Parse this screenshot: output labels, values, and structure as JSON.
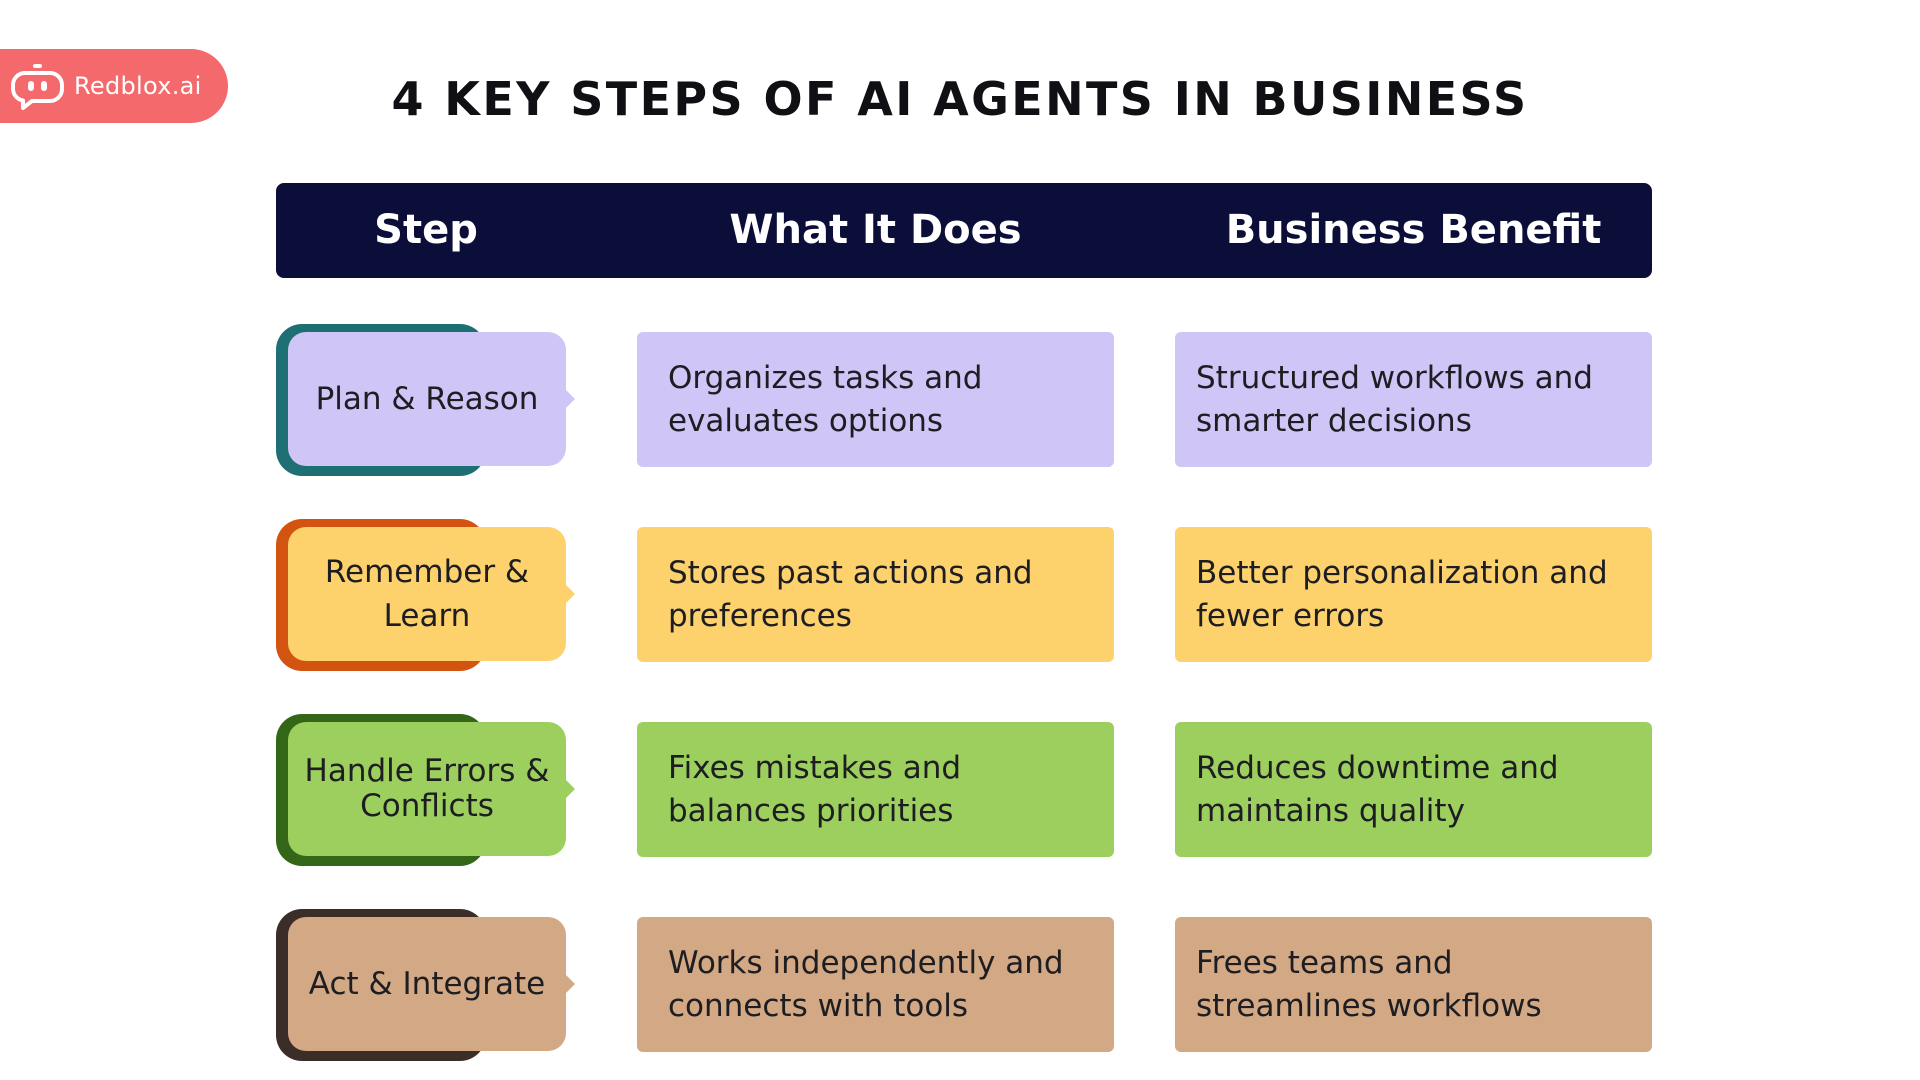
{
  "brand": {
    "name": "Redblox.ai",
    "icon": "robot-face-icon",
    "color": "#f4696b"
  },
  "title": "4 KEY STEPS OF AI AGENTS IN BUSINESS",
  "header": {
    "step": "Step",
    "what": "What It Does",
    "benefit": "Business Benefit"
  },
  "rows": [
    {
      "step": "Plan & Reason",
      "what": "Organizes tasks and evaluates options",
      "benefit": "Structured workflows and smarter decisions",
      "color": "#cfc5f7",
      "accent": "#1d6f73"
    },
    {
      "step": "Remember & Learn",
      "what": "Stores past actions and preferences",
      "benefit": "Better personalization and fewer errors",
      "color": "#fdd26d",
      "accent": "#d35410"
    },
    {
      "step": "Handle Errors & Conflicts",
      "what": "Fixes mistakes and balances priorities",
      "benefit": "Reduces downtime and maintains quality",
      "color": "#9ccf5e",
      "accent": "#336617"
    },
    {
      "step": "Act & Integrate",
      "what": "Works independently and connects with tools",
      "benefit": "Frees teams and streamlines workflows",
      "color": "#d3a884",
      "accent": "#3b2d28"
    }
  ]
}
